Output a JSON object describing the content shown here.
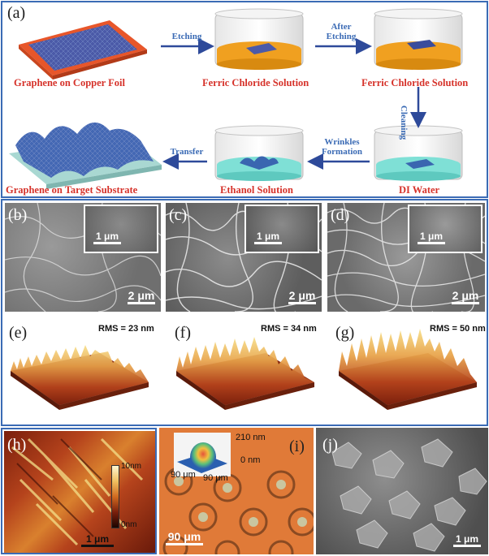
{
  "panel_a": {
    "label": "(a)",
    "captions": {
      "graphene_copper": "Graphene on Copper Foil",
      "ferric1": "Ferric Chloride Solution",
      "ferric2": "Ferric Chloride Solution",
      "di_water": "DI Water",
      "ethanol": "Ethanol Solution",
      "target": "Graphene on Target Substrate"
    },
    "arrows": {
      "etching": "Etching",
      "after_etching": "After\nEtching",
      "cleaning": "Cleaning",
      "wrinkles": "Wrinkles\nFormation",
      "transfer": "Transfer"
    }
  },
  "sem_panels": [
    {
      "label": "(b)",
      "inset_scale": "1 μm",
      "scale": "2 μm"
    },
    {
      "label": "(c)",
      "inset_scale": "1 μm",
      "scale": "2 μm"
    },
    {
      "label": "(d)",
      "inset_scale": "1 μm",
      "scale": "2 μm"
    }
  ],
  "afm_panels": [
    {
      "label": "(e)",
      "rms": "RMS = 23 nm"
    },
    {
      "label": "(f)",
      "rms": "RMS = 34 nm"
    },
    {
      "label": "(g)",
      "rms": "RMS = 50 nm"
    }
  ],
  "panel_h": {
    "label": "(h)",
    "colorbar_max": "10nm",
    "colorbar_min": "0nm",
    "scale": "1 μm"
  },
  "panel_i": {
    "label": "(i)",
    "z_max": "210 nm",
    "z_min": "0 nm",
    "x_axis": "90 μm",
    "y_axis": "90 μm",
    "scale": "90 μm"
  },
  "panel_j": {
    "label": "(j)",
    "scale": "1 μm"
  },
  "colors": {
    "frame": "#3b6bb5",
    "caption_red": "#d6322a",
    "arrow_blue": "#2e4a9a",
    "orange": "#f0a020",
    "cyan": "#7fe0d6"
  }
}
